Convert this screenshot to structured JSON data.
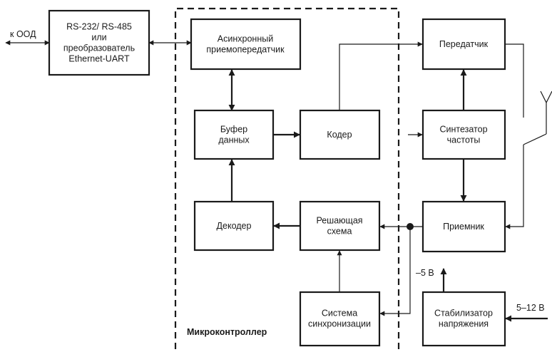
{
  "labels": {
    "to_dte": "к ООД",
    "voltage_out": "–5 В",
    "voltage_in": "5–12 В",
    "microcontroller": "Микроконтроллер"
  },
  "blocks": {
    "interface": [
      "RS-232/ RS-485",
      "или",
      "преобразователь",
      "Ethernet-UART"
    ],
    "uart": [
      "Асинхронный",
      "приемопередатчик"
    ],
    "buffer": [
      "Буфер",
      "данных"
    ],
    "coder": [
      "Кодер"
    ],
    "decoder": [
      "Декодер"
    ],
    "decision": [
      "Решающая",
      "схема"
    ],
    "sync": [
      "Система",
      "синхронизации"
    ],
    "transmitter": [
      "Передатчик"
    ],
    "synth": [
      "Синтезатор",
      "частоты"
    ],
    "receiver": [
      "Приемник"
    ],
    "stabilizer": [
      "Стабилизатор",
      "напряжения"
    ]
  }
}
